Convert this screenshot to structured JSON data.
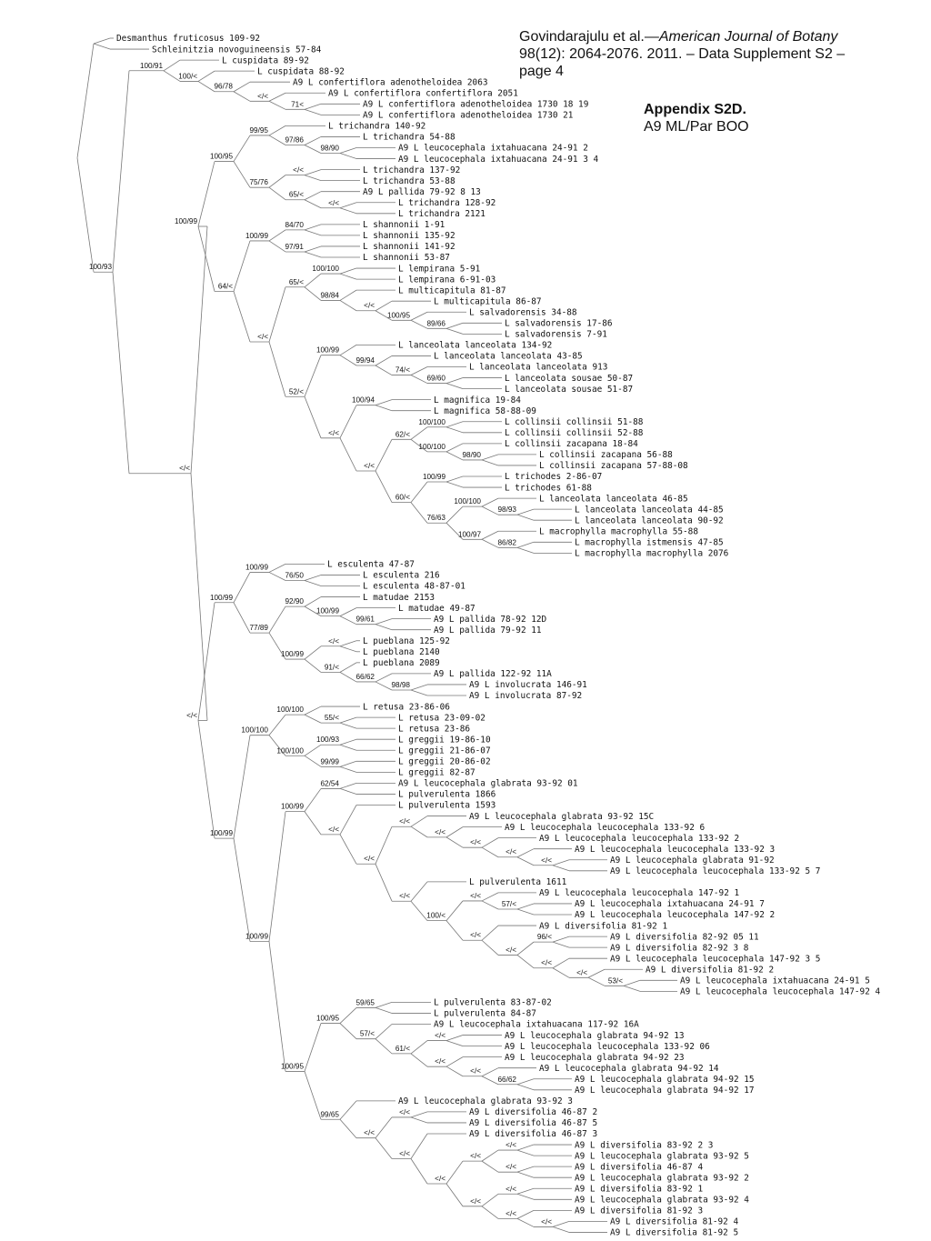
{
  "header": {
    "line1_prefix": "Govindarajulu et al.—",
    "journal": "American Journal of Botany",
    "line2": "98(12): 2064-2076. 2011. – Data Supplement S2 –",
    "line3": "page 4"
  },
  "appendix": {
    "title": "Appendix S2D.",
    "subtitle": "A9 ML/Par BOO"
  },
  "tree": {
    "leaves": [
      "Desmanthus fruticosus 109-92",
      "Schleinitzia novoguineensis 57-84",
      "L cuspidata 89-92",
      "L cuspidata 88-92",
      "A9 L confertiflora adenotheloidea 2063",
      "A9 L confertiflora confertiflora 2051",
      "A9 L confertiflora adenotheloidea 1730 18 19",
      "A9 L confertiflora adenotheloidea 1730 21",
      "L trichandra 140-92",
      "L trichandra 54-88",
      "A9 L leucocephala ixtahuacana 24-91 2",
      "A9 L leucocephala ixtahuacana 24-91 3 4",
      "L trichandra 137-92",
      "L trichandra 53-88",
      "A9 L pallida 79-92 8 13",
      "L trichandra 128-92",
      "L trichandra 2121",
      "L shannonii 1-91",
      "L shannonii 135-92",
      "L shannonii 141-92",
      "L shannonii 53-87",
      "L lempirana 5-91",
      "L lempirana 6-91-03",
      "L multicapitula 81-87",
      "L multicapitula 86-87",
      "L salvadorensis 34-88",
      "L salvadorensis 17-86",
      "L salvadorensis 7-91",
      "L lanceolata lanceolata 134-92",
      "L lanceolata lanceolata 43-85",
      "L lanceolata lanceolata 913",
      "L lanceolata sousae 50-87",
      "L lanceolata sousae 51-87",
      "L magnifica 19-84",
      "L magnifica 58-88-09",
      "L collinsii collinsii 51-88",
      "L collinsii collinsii 52-88",
      "L collinsii zacapana 18-84",
      "L collinsii zacapana 56-88",
      "L collinsii zacapana 57-88-08",
      "L trichodes 2-86-07",
      "L trichodes 61-88",
      "L lanceolata lanceolata 46-85",
      "L lanceolata lanceolata 44-85",
      "L lanceolata lanceolata 90-92",
      "L macrophylla macrophylla 55-88",
      "L macrophylla istmensis 47-85",
      "L macrophylla macrophylla 2076",
      "L esculenta 47-87",
      "L esculenta 216",
      "L esculenta 48-87-01",
      "L matudae 2153",
      "L matudae 49-87",
      "A9 L pallida 78-92 12D",
      "A9 L pallida 79-92 11",
      "L pueblana 125-92",
      "L pueblana 2140",
      "L pueblana 2089",
      "A9 L pallida 122-92 11A",
      "A9 L involucrata 146-91",
      "A9 L involucrata 87-92",
      "L retusa 23-86-06",
      "L retusa 23-09-02",
      "L retusa 23-86",
      "L greggii 19-86-10",
      "L greggii 21-86-07",
      "L greggii 20-86-02",
      "L greggii 82-87",
      "A9 L leucocephala glabrata 93-92 01",
      "L pulverulenta 1866",
      "L pulverulenta 1593",
      "A9 L leucocephala glabrata 93-92 15C",
      "A9 L leucocephala leucocephala 133-92 6",
      "A9 L leucocephala leucocephala 133-92 2",
      "A9 L leucocephala leucocephala 133-92 3",
      "A9 L leucocephala glabrata 91-92",
      "A9 L leucocephala leucocephala 133-92 5 7",
      "L pulverulenta 1611",
      "A9 L leucocephala leucocephala 147-92 1",
      "A9 L leucocephala ixtahuacana 24-91 7",
      "A9 L leucocephala leucocephala 147-92 2",
      "A9 L diversifolia 81-92 1",
      "A9 L diversifolia 82-92 05 11",
      "A9 L diversifolia 82-92 3 8",
      "A9 L leucocephala leucocephala 147-92 3 5",
      "A9 L diversifolia 81-92 2",
      "A9 L leucocephala ixtahuacana 24-91 5",
      "A9 L leucocephala leucocephala 147-92 4",
      "L pulverulenta 83-87-02",
      "L pulverulenta 84-87",
      "A9 L leucocephala ixtahuacana 117-92 16A",
      "A9 L leucocephala glabrata 94-92 13",
      "A9 L leucocephala leucocephala 133-92 06",
      "A9 L leucocephala glabrata 94-92 23",
      "A9 L leucocephala glabrata 94-92 14",
      "A9 L leucocephala glabrata 94-92 15",
      "A9 L leucocephala glabrata 94-92 17",
      "A9 L leucocephala glabrata  93-92 3",
      "A9 L diversifolia 46-87 2",
      "A9 L diversifolia 46-87 5",
      "A9 L diversifolia 46-87 3",
      "A9 L diversifolia 83-92 2 3",
      "A9 L leucocephala glabrata 93-92 5",
      "A9 L diversifolia 46-87 4",
      "A9 L leucocephala glabrata 93-92 2",
      "A9 L diversifolia 83-92 1",
      "A9 L leucocephala glabrata 93-92 4",
      "A9 L diversifolia 81-92 3",
      "A9 L diversifolia 81-92 4",
      "A9 L diversifolia 81-92 5"
    ],
    "support": [
      "100/91",
      "100/<",
      "96/78",
      "</<",
      "71<",
      "99/95",
      "97/86",
      "98/90",
      "100/95",
      "</<",
      "75/76",
      "65/<",
      "</<",
      "100/99",
      "84/70",
      "100/99",
      "97/91",
      "100/100",
      "65/<",
      "98/84",
      "</<",
      "100/95",
      "89/66",
      "64/<",
      "</<",
      "100/99",
      "99/94",
      "74/<",
      "69/60",
      "52/<",
      "100/94",
      "</<",
      "100/100",
      "62/<",
      "100/100",
      "98/90",
      "</<",
      "100/99",
      "60/<",
      "100/100",
      "98/93",
      "76/63",
      "100/97",
      "86/82",
      "100/93",
      "100/99",
      "76/50",
      "100/99",
      "92/90",
      "100/99",
      "99/61",
      "77/89",
      "</<",
      "100/99",
      "91/<",
      "66/62",
      "98/98",
      "100/100",
      "55/<",
      "100/100",
      "100/93",
      "100/100",
      "99/99",
      "62/54",
      "100/99",
      "</<",
      "</<",
      "</<",
      "</<",
      "</<",
      "</<",
      "</<",
      "</<",
      "57/<",
      "100/<",
      "</<",
      "96/<",
      "</<",
      "</<",
      "53/<",
      "100/99",
      "100/99",
      "</<",
      "59/65",
      "100/95",
      "57/<",
      "</<",
      "61/<",
      "</<",
      "66/62",
      "100/95",
      "99/65",
      "</<",
      "</<",
      "</<",
      "</<",
      "</<",
      "</<",
      "</<",
      "</<",
      "</<",
      "</<"
    ]
  }
}
